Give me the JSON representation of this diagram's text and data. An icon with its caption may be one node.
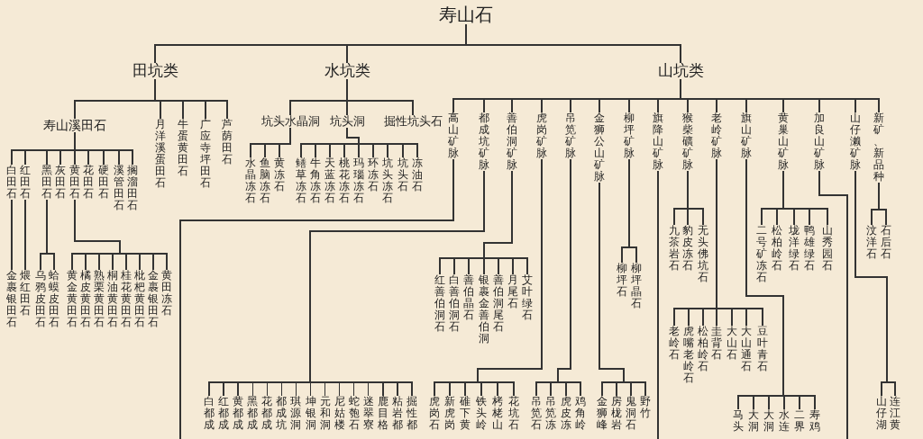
{
  "diagram": {
    "nodes": [
      {
        "text": [
          "寿山石"
        ]
      },
      {
        "text": [
          "田坑类"
        ]
      },
      {
        "text": [
          "水坑类"
        ]
      },
      {
        "text": [
          "山坑类"
        ]
      },
      {
        "text": [
          "寿山溪田石"
        ]
      },
      {
        "text": [
          "月洋溪蛋田石"
        ]
      },
      {
        "text": [
          "牛蛋黄田石"
        ]
      },
      {
        "text": [
          "广应寺坪田石"
        ]
      },
      {
        "text": [
          "芦荫田石"
        ]
      },
      {
        "text": [
          "白田石"
        ]
      },
      {
        "text": [
          "红田石"
        ]
      },
      {
        "text": [
          "黑田石"
        ]
      },
      {
        "text": [
          "灰田石"
        ]
      },
      {
        "text": [
          "黄田石"
        ]
      },
      {
        "text": [
          "花田石"
        ]
      },
      {
        "text": [
          "硬田石"
        ]
      },
      {
        "text": [
          "溪管田石"
        ]
      },
      {
        "text": [
          "搁溜田石"
        ]
      },
      {
        "text": [
          "金裹银田石"
        ]
      },
      {
        "text": [
          "煨红田石"
        ]
      },
      {
        "text": [
          "乌鸦皮田石"
        ]
      },
      {
        "text": [
          "蛤蟆皮田石"
        ]
      },
      {
        "text": [
          "黄金黄田石"
        ]
      },
      {
        "text": [
          "橘皮黄田石"
        ]
      },
      {
        "text": [
          "熟栗黄田石"
        ]
      },
      {
        "text": [
          "桐油黄田石"
        ]
      },
      {
        "text": [
          "桂花黄田石"
        ]
      },
      {
        "text": [
          "枇杷黄田石"
        ]
      },
      {
        "text": [
          "金裹银田石"
        ]
      },
      {
        "text": [
          "黄田冻石"
        ]
      },
      {
        "text": [
          "坑头水晶洞"
        ]
      },
      {
        "text": [
          "坑头洞"
        ]
      },
      {
        "text": [
          "掘性坑头石"
        ]
      },
      {
        "text": [
          "水晶冻石"
        ]
      },
      {
        "text": [
          "鱼脑冻石"
        ]
      },
      {
        "text": [
          "黄冻石"
        ]
      },
      {
        "text": [
          "鳝草冻石"
        ]
      },
      {
        "text": [
          "牛角冻石"
        ]
      },
      {
        "text": [
          "天蓝冻石"
        ]
      },
      {
        "text": [
          "桃花冻石"
        ]
      },
      {
        "text": [
          "玛瑙冻石"
        ]
      },
      {
        "text": [
          "环冻石"
        ]
      },
      {
        "text": [
          "坑头冻石"
        ]
      },
      {
        "text": [
          "坑头石"
        ]
      },
      {
        "text": [
          "冻油石"
        ]
      },
      {
        "text": [
          "高山矿脉"
        ]
      },
      {
        "text": [
          "都成坑矿脉"
        ]
      },
      {
        "text": [
          "善伯洞矿脉"
        ]
      },
      {
        "text": [
          "虎岗矿脉"
        ]
      },
      {
        "text": [
          "吊笕矿脉"
        ]
      },
      {
        "text": [
          "金狮公山矿脉"
        ]
      },
      {
        "text": [
          "柳坪矿脉"
        ]
      },
      {
        "text": [
          "旗降山矿脉"
        ]
      },
      {
        "text": [
          "猴柴礦矿脉"
        ]
      },
      {
        "text": [
          "老岭矿脉"
        ]
      },
      {
        "text": [
          "旗山矿脉"
        ]
      },
      {
        "text": [
          "黄巢山矿脉"
        ]
      },
      {
        "text": [
          "加良山矿脉"
        ]
      },
      {
        "text": [
          "山仔濑矿脉"
        ]
      },
      {
        "text": [
          "新矿、新品种"
        ]
      },
      {
        "text": [
          "红善伯洞石"
        ]
      },
      {
        "text": [
          "白善伯洞石"
        ]
      },
      {
        "text": [
          "善伯晶石"
        ]
      },
      {
        "text": [
          "银裹金善伯洞"
        ]
      },
      {
        "text": [
          "善伯洞尾石"
        ]
      },
      {
        "text": [
          "月尾石"
        ]
      },
      {
        "text": [
          "艾叶绿石"
        ]
      },
      {
        "text": [
          "柳坪石"
        ]
      },
      {
        "text": [
          "柳坪晶石"
        ]
      },
      {
        "text": [
          "九茶岩石"
        ]
      },
      {
        "text": [
          "豹皮冻石"
        ]
      },
      {
        "text": [
          "无头佛坑石"
        ]
      },
      {
        "text": [
          "二号矿冻石"
        ]
      },
      {
        "text": [
          "松柏岭石"
        ]
      },
      {
        "text": [
          "垅洋绿石"
        ]
      },
      {
        "text": [
          "鸭雄绿石"
        ]
      },
      {
        "text": [
          "山秀园石"
        ]
      },
      {
        "text": [
          "汶洋石"
        ]
      },
      {
        "text": [
          "石后石"
        ]
      },
      {
        "text": [
          "老岭石"
        ]
      },
      {
        "text": [
          "虎嘴老岭石"
        ]
      },
      {
        "text": [
          "松柏岭石"
        ]
      },
      {
        "text": [
          "圭背石"
        ]
      },
      {
        "text": [
          "大山石"
        ]
      },
      {
        "text": [
          "大山通石"
        ]
      },
      {
        "text": [
          "豆叶青石"
        ]
      },
      {
        "text": [
          "白都成"
        ]
      },
      {
        "text": [
          "红都成"
        ]
      },
      {
        "text": [
          "黄都成"
        ]
      },
      {
        "text": [
          "黑都成"
        ]
      },
      {
        "text": [
          "花都成"
        ]
      },
      {
        "text": [
          "都成坑"
        ]
      },
      {
        "text": [
          "琪源洞"
        ]
      },
      {
        "text": [
          "坤银洞"
        ]
      },
      {
        "text": [
          "元和洞"
        ]
      },
      {
        "text": [
          "尼姑楼"
        ]
      },
      {
        "text": [
          "蛇匏石"
        ]
      },
      {
        "text": [
          "迷翠寮"
        ]
      },
      {
        "text": [
          "鹿目格"
        ]
      },
      {
        "text": [
          "粘岩都"
        ]
      },
      {
        "text": [
          "掘性都"
        ]
      },
      {
        "text": [
          "虎岗石"
        ]
      },
      {
        "text": [
          "新虎岗"
        ]
      },
      {
        "text": [
          "碓下黄"
        ]
      },
      {
        "text": [
          "铁头岭"
        ]
      },
      {
        "text": [
          "栲栳山"
        ]
      },
      {
        "text": [
          "花坑石"
        ]
      },
      {
        "text": [
          "吊笕石"
        ]
      },
      {
        "text": [
          "吊笕冻"
        ]
      },
      {
        "text": [
          "虎皮冻"
        ]
      },
      {
        "text": [
          "鸡角岭"
        ]
      },
      {
        "text": [
          "金狮峰"
        ]
      },
      {
        "text": [
          "房栊岩"
        ]
      },
      {
        "text": [
          "鬼洞石"
        ]
      },
      {
        "text": [
          "野竹"
        ]
      },
      {
        "text": [
          "马头"
        ]
      },
      {
        "text": [
          "大洞"
        ]
      },
      {
        "text": [
          "大洞"
        ]
      },
      {
        "text": [
          "水连"
        ]
      },
      {
        "text": [
          "二界"
        ]
      },
      {
        "text": [
          "寿鸡"
        ]
      },
      {
        "text": [
          "山仔湖"
        ]
      },
      {
        "text": [
          "连江黄"
        ]
      }
    ],
    "edges": [
      {
        "from": 0,
        "to": 1,
        "arrow": "none"
      },
      {
        "from": 0,
        "to": 2,
        "arrow": "none"
      },
      {
        "from": 0,
        "to": 3,
        "arrow": "none"
      },
      {
        "from": 1,
        "to": 4,
        "arrow": "none"
      },
      {
        "from": 1,
        "to": 5,
        "arrow": "none"
      },
      {
        "from": 1,
        "to": 6,
        "arrow": "none"
      },
      {
        "from": 1,
        "to": 7,
        "arrow": "none"
      },
      {
        "from": 1,
        "to": 8,
        "arrow": "none"
      },
      {
        "from": 4,
        "to": 9,
        "arrow": "none"
      },
      {
        "from": 4,
        "to": 10,
        "arrow": "none"
      },
      {
        "from": 4,
        "to": 11,
        "arrow": "none"
      },
      {
        "from": 4,
        "to": 12,
        "arrow": "none"
      },
      {
        "from": 4,
        "to": 13,
        "arrow": "none"
      },
      {
        "from": 4,
        "to": 14,
        "arrow": "none"
      },
      {
        "from": 4,
        "to": 15,
        "arrow": "none"
      },
      {
        "from": 4,
        "to": 16,
        "arrow": "none"
      },
      {
        "from": 4,
        "to": 17,
        "arrow": "none"
      },
      {
        "from": 9,
        "to": 18,
        "arrow": "none"
      },
      {
        "from": 10,
        "to": 19,
        "arrow": "none"
      },
      {
        "from": 11,
        "to": 20,
        "arrow": "none"
      },
      {
        "from": 11,
        "to": 21,
        "arrow": "none"
      },
      {
        "from": 13,
        "to": 22,
        "arrow": "none"
      },
      {
        "from": 13,
        "to": 23,
        "arrow": "none"
      },
      {
        "from": 13,
        "to": 24,
        "arrow": "none"
      },
      {
        "from": 13,
        "to": 25,
        "arrow": "none"
      },
      {
        "from": 13,
        "to": 26,
        "arrow": "none"
      },
      {
        "from": 13,
        "to": 27,
        "arrow": "none"
      },
      {
        "from": 13,
        "to": 28,
        "arrow": "none"
      },
      {
        "from": 13,
        "to": 29,
        "arrow": "none"
      },
      {
        "from": 2,
        "to": 30,
        "arrow": "none"
      },
      {
        "from": 2,
        "to": 31,
        "arrow": "none"
      },
      {
        "from": 2,
        "to": 32,
        "arrow": "none"
      },
      {
        "from": 30,
        "to": 33,
        "arrow": "none"
      },
      {
        "from": 30,
        "to": 34,
        "arrow": "none"
      },
      {
        "from": 30,
        "to": 35,
        "arrow": "none"
      },
      {
        "from": 31,
        "to": 36,
        "arrow": "none"
      },
      {
        "from": 31,
        "to": 37,
        "arrow": "none"
      },
      {
        "from": 31,
        "to": 38,
        "arrow": "none"
      },
      {
        "from": 31,
        "to": 39,
        "arrow": "none"
      },
      {
        "from": 31,
        "to": 40,
        "arrow": "none"
      },
      {
        "from": 31,
        "to": 41,
        "arrow": "none"
      },
      {
        "from": 31,
        "to": 42,
        "arrow": "none"
      },
      {
        "from": 31,
        "to": 43,
        "arrow": "none"
      },
      {
        "from": 31,
        "to": 44,
        "arrow": "none"
      },
      {
        "from": 3,
        "to": 45,
        "arrow": "none"
      },
      {
        "from": 3,
        "to": 46,
        "arrow": "none"
      },
      {
        "from": 3,
        "to": 47,
        "arrow": "none"
      },
      {
        "from": 3,
        "to": 48,
        "arrow": "none"
      },
      {
        "from": 3,
        "to": 49,
        "arrow": "none"
      },
      {
        "from": 3,
        "to": 50,
        "arrow": "none"
      },
      {
        "from": 3,
        "to": 51,
        "arrow": "none"
      },
      {
        "from": 3,
        "to": 52,
        "arrow": "none"
      },
      {
        "from": 3,
        "to": 53,
        "arrow": "none"
      },
      {
        "from": 3,
        "to": 54,
        "arrow": "none"
      },
      {
        "from": 3,
        "to": 55,
        "arrow": "none"
      },
      {
        "from": 3,
        "to": 56,
        "arrow": "none"
      },
      {
        "from": 3,
        "to": 57,
        "arrow": "none"
      },
      {
        "from": 3,
        "to": 58,
        "arrow": "none"
      },
      {
        "from": 3,
        "to": 59,
        "arrow": "none"
      },
      {
        "from": 47,
        "to": 60,
        "arrow": "none"
      },
      {
        "from": 47,
        "to": 61,
        "arrow": "none"
      },
      {
        "from": 47,
        "to": 62,
        "arrow": "none"
      },
      {
        "from": 47,
        "to": 63,
        "arrow": "none"
      },
      {
        "from": 47,
        "to": 64,
        "arrow": "none"
      },
      {
        "from": 47,
        "to": 65,
        "arrow": "none"
      },
      {
        "from": 47,
        "to": 66,
        "arrow": "none"
      },
      {
        "from": 51,
        "to": 67,
        "arrow": "none"
      },
      {
        "from": 51,
        "to": 68,
        "arrow": "none"
      },
      {
        "from": 53,
        "to": 69,
        "arrow": "none"
      },
      {
        "from": 53,
        "to": 70,
        "arrow": "none"
      },
      {
        "from": 53,
        "to": 71,
        "arrow": "none"
      },
      {
        "from": 56,
        "to": 72,
        "arrow": "none"
      },
      {
        "from": 56,
        "to": 73,
        "arrow": "none"
      },
      {
        "from": 56,
        "to": 74,
        "arrow": "none"
      },
      {
        "from": 56,
        "to": 75,
        "arrow": "none"
      },
      {
        "from": 56,
        "to": 76,
        "arrow": "none"
      },
      {
        "from": 59,
        "to": 77,
        "arrow": "none"
      },
      {
        "from": 59,
        "to": 78,
        "arrow": "none"
      },
      {
        "from": 54,
        "to": 79,
        "arrow": "none"
      },
      {
        "from": 54,
        "to": 80,
        "arrow": "none"
      },
      {
        "from": 54,
        "to": 81,
        "arrow": "none"
      },
      {
        "from": 54,
        "to": 82,
        "arrow": "none"
      },
      {
        "from": 54,
        "to": 83,
        "arrow": "none"
      },
      {
        "from": 54,
        "to": 84,
        "arrow": "none"
      },
      {
        "from": 54,
        "to": 85,
        "arrow": "none"
      },
      {
        "from": 46,
        "to": 86,
        "arrow": "none"
      },
      {
        "from": 46,
        "to": 87,
        "arrow": "none"
      },
      {
        "from": 46,
        "to": 88,
        "arrow": "none"
      },
      {
        "from": 46,
        "to": 89,
        "arrow": "none"
      },
      {
        "from": 46,
        "to": 90,
        "arrow": "none"
      },
      {
        "from": 46,
        "to": 91,
        "arrow": "none"
      },
      {
        "from": 46,
        "to": 92,
        "arrow": "none"
      },
      {
        "from": 46,
        "to": 93,
        "arrow": "none"
      },
      {
        "from": 46,
        "to": 94,
        "arrow": "none"
      },
      {
        "from": 46,
        "to": 95,
        "arrow": "none"
      },
      {
        "from": 46,
        "to": 96,
        "arrow": "none"
      },
      {
        "from": 46,
        "to": 97,
        "arrow": "none"
      },
      {
        "from": 46,
        "to": 98,
        "arrow": "none"
      },
      {
        "from": 46,
        "to": 99,
        "arrow": "none"
      },
      {
        "from": 46,
        "to": 100,
        "arrow": "none"
      },
      {
        "from": 48,
        "to": 101,
        "arrow": "none"
      },
      {
        "from": 48,
        "to": 102,
        "arrow": "none"
      },
      {
        "from": 48,
        "to": 103,
        "arrow": "none"
      },
      {
        "from": 48,
        "to": 104,
        "arrow": "none"
      },
      {
        "from": 48,
        "to": 105,
        "arrow": "none"
      },
      {
        "from": 48,
        "to": 106,
        "arrow": "none"
      },
      {
        "from": 49,
        "to": 107,
        "arrow": "none"
      },
      {
        "from": 49,
        "to": 108,
        "arrow": "none"
      },
      {
        "from": 49,
        "to": 109,
        "arrow": "none"
      },
      {
        "from": 49,
        "to": 110,
        "arrow": "none"
      },
      {
        "from": 50,
        "to": 111,
        "arrow": "none"
      },
      {
        "from": 50,
        "to": 112,
        "arrow": "none"
      },
      {
        "from": 50,
        "to": 113,
        "arrow": "none"
      },
      {
        "from": 50,
        "to": 114,
        "arrow": "none"
      },
      {
        "from": 55,
        "to": 115,
        "arrow": "none"
      },
      {
        "from": 55,
        "to": 116,
        "arrow": "none"
      },
      {
        "from": 55,
        "to": 117,
        "arrow": "none"
      },
      {
        "from": 55,
        "to": 118,
        "arrow": "none"
      },
      {
        "from": 55,
        "to": 119,
        "arrow": "none"
      },
      {
        "from": 55,
        "to": 120,
        "arrow": "none"
      },
      {
        "from": 58,
        "to": 121,
        "arrow": "none"
      },
      {
        "from": 58,
        "to": 122,
        "arrow": "none"
      },
      {
        "from": 45,
        "to": null,
        "arrow": "none"
      },
      {
        "from": 52,
        "to": null,
        "arrow": "none"
      },
      {
        "from": 57,
        "to": null,
        "arrow": "none"
      }
    ]
  }
}
